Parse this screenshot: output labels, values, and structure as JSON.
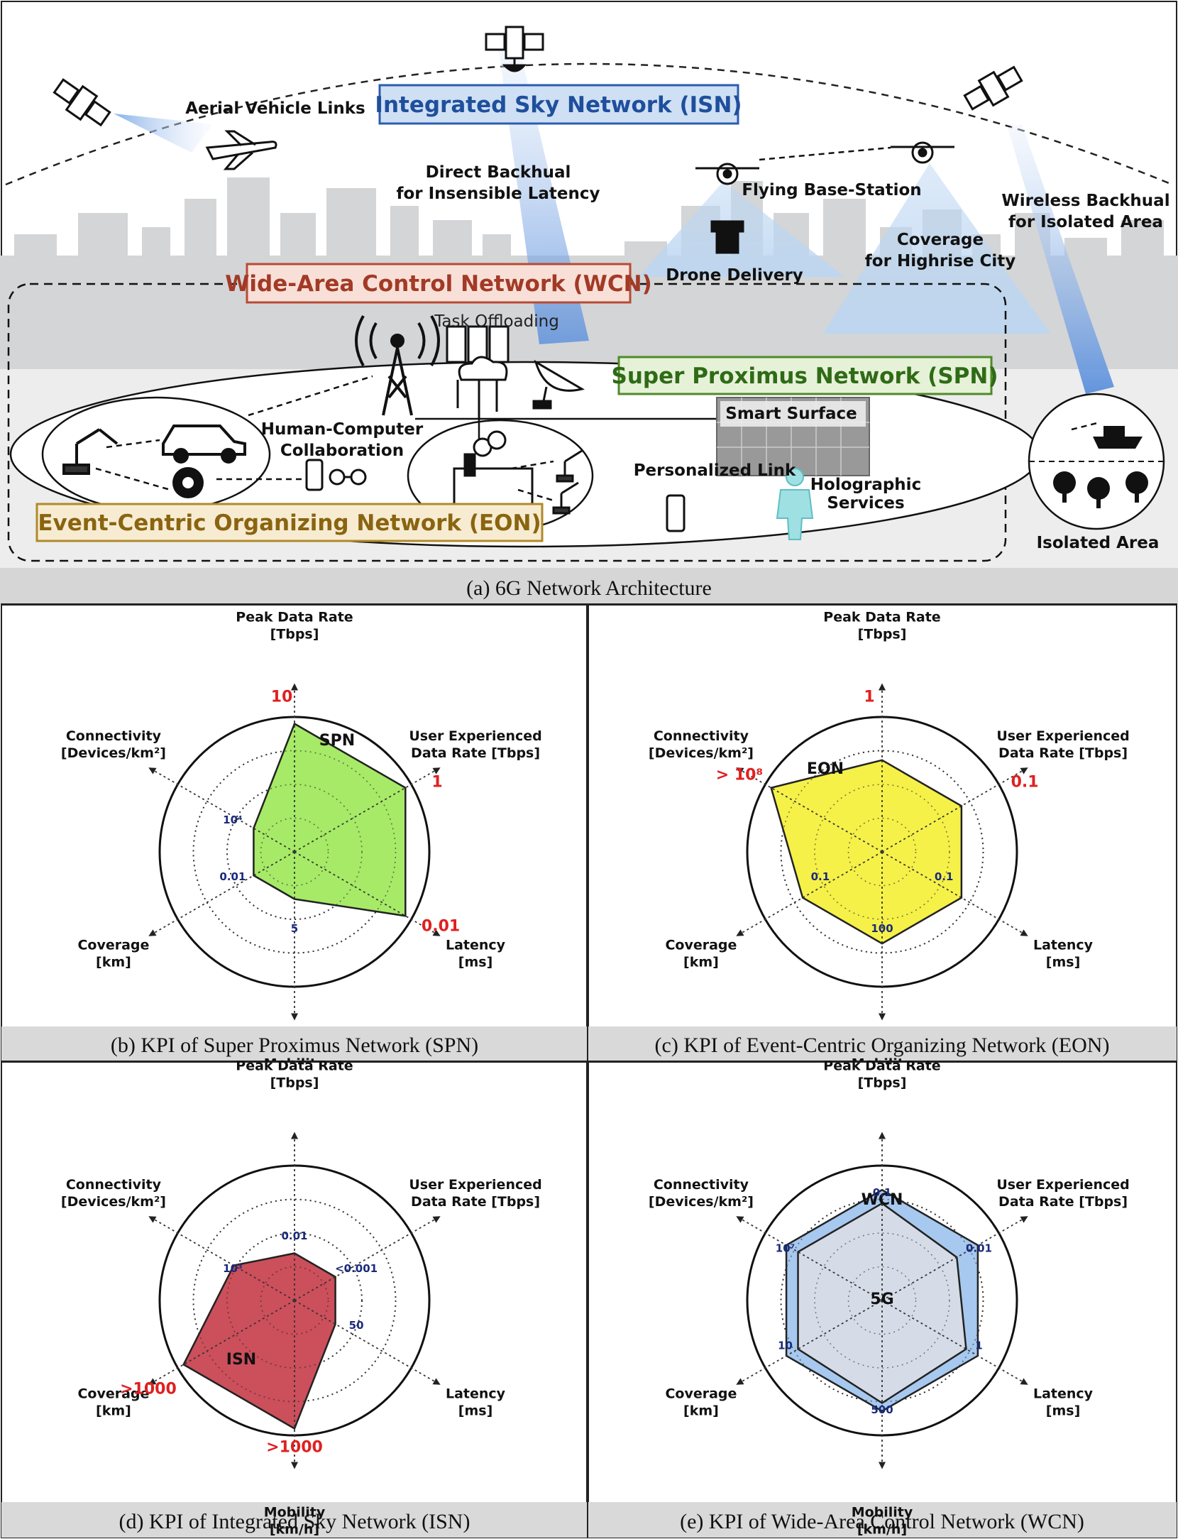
{
  "architecture": {
    "caption": "(a) 6G Network Architecture",
    "networks": {
      "isn": "Integrated Sky Network (ISN)",
      "wcn": "Wide-Area Control Network (WCN)",
      "spn": "Super Proximus Network (SPN)",
      "eon": "Event-Centric Organizing Network (EON)"
    },
    "labels": {
      "aerial": "Aerial Vehicle Links",
      "backhaul1": "Direct Backhual",
      "backhaul2": "for Insensible Latency",
      "flying_bs": "Flying Base-Station",
      "drone": "Drone Delivery",
      "coverage1": "Coverage",
      "coverage2": "for Highrise City",
      "wireless1": "Wireless Backhual",
      "wireless2": "for Isolated Area",
      "task": "Task Offloading",
      "smart": "Smart Surface",
      "hcc1": "Human-Computer",
      "hcc2": "Collaboration",
      "personal": "Personalized Link",
      "holo1": "Holographic",
      "holo2": "Services",
      "isolated": "Isolated Area"
    },
    "colors": {
      "isn": "#cfe0f4",
      "wcn": "#f8e0d8",
      "spn": "#e6f2d8",
      "eon": "#f7ecd2"
    }
  },
  "kpi_axes": {
    "peak": [
      "Peak Data Rate",
      "[Tbps]"
    ],
    "user": [
      "User Experienced",
      "Data Rate [Tbps]"
    ],
    "latency": [
      "Latency",
      "[ms]"
    ],
    "mobility": [
      "Mobility",
      "[km/h]"
    ],
    "coverage": [
      "Coverage",
      "[km]"
    ],
    "connectivity": [
      "Connectivity",
      "[Devices/km²]"
    ]
  },
  "chart_data": [
    {
      "type": "radar",
      "caption": "(b) KPI of Super Proximus Network (SPN)",
      "series": [
        {
          "name": "SPN",
          "color": "#9ee85a",
          "values": {
            "peak": 0.95,
            "user": 0.95,
            "latency": 0.95,
            "mobility": 0.35,
            "coverage": 0.35,
            "connectivity": 0.35
          }
        }
      ],
      "tick_labels": {
        "connectivity": "10⁴",
        "coverage": "0.01",
        "mobility": "5"
      },
      "highlight_labels": {
        "peak": "10",
        "user": "1",
        "latency": "0.01"
      }
    },
    {
      "type": "radar",
      "caption": "(c) KPI of Event-Centric Organizing Network (EON)",
      "series": [
        {
          "name": "EON",
          "color": "#f4f03a",
          "values": {
            "peak": 0.68,
            "user": 0.68,
            "latency": 0.68,
            "mobility": 0.68,
            "coverage": 0.68,
            "connectivity": 0.95
          }
        }
      ],
      "tick_labels": {
        "coverage": "0.1",
        "latency": "0.1",
        "mobility": "100"
      },
      "highlight_labels": {
        "peak": "1",
        "user": "0.1",
        "connectivity": "> 10⁸"
      }
    },
    {
      "type": "radar",
      "caption": "(d) KPI of Integrated Sky Network (ISN)",
      "series": [
        {
          "name": "ISN",
          "color": "#c8404e",
          "values": {
            "peak": 0.35,
            "user": 0.35,
            "latency": 0.35,
            "mobility": 0.95,
            "coverage": 0.95,
            "connectivity": 0.52
          }
        }
      ],
      "tick_labels": {
        "peak": "0.01",
        "user": "<0.001",
        "latency": "50",
        "connectivity": "10³"
      },
      "highlight_labels": {
        "coverage": ">1000",
        "mobility": ">1000"
      }
    },
    {
      "type": "radar",
      "caption": "(e) KPI of Wide-Area Control Network (WCN)",
      "series": [
        {
          "name": "WCN",
          "color": "#9fc3ee",
          "values": {
            "peak": 0.82,
            "user": 0.82,
            "latency": 0.82,
            "mobility": 0.82,
            "coverage": 0.82,
            "connectivity": 0.82
          }
        },
        {
          "name": "5G",
          "color": "#d7dde6",
          "values": {
            "peak": 0.72,
            "user": 0.64,
            "latency": 0.72,
            "mobility": 0.76,
            "coverage": 0.72,
            "connectivity": 0.72
          }
        }
      ],
      "tick_labels": {
        "peak": "0.1",
        "user": "0.01",
        "latency": "1",
        "mobility": "500",
        "coverage": "10",
        "connectivity": "10⁷"
      },
      "highlight_labels": {}
    }
  ]
}
